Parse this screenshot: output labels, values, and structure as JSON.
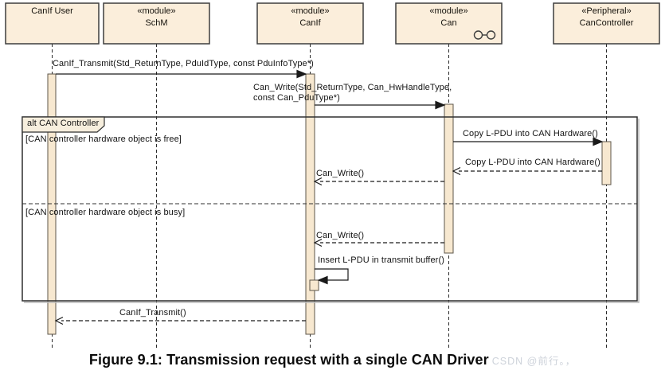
{
  "participants": [
    {
      "stereotype": "",
      "name": "CanIf User"
    },
    {
      "stereotype": "«module»",
      "name": "SchM"
    },
    {
      "stereotype": "«module»",
      "name": "CanIf"
    },
    {
      "stereotype": "«module»",
      "name": "Can",
      "icon": "interface-link-icon"
    },
    {
      "stereotype": "«Peripheral»",
      "name": "CanController"
    }
  ],
  "fragment": {
    "label": "alt CAN Controller",
    "guard_free": "[CAN controller hardware object is free]",
    "guard_busy": "[CAN controller hardware object is busy]"
  },
  "messages": {
    "transmit": "CanIf_Transmit(Std_ReturnType, PduIdType, const PduInfoType*)",
    "can_write_l1": "Can_Write(Std_ReturnType, Can_HwHandleType,",
    "can_write_l2": "const Can_PduType*)",
    "copy_call": "Copy L-PDU into CAN Hardware()",
    "copy_return": "Copy L-PDU into CAN Hardware()",
    "can_write_return_free": "Can_Write()",
    "can_write_return_busy": "Can_Write()",
    "insert_buffer": "Insert L-PDU in transmit buffer()",
    "transmit_return": "CanIf_Transmit()"
  },
  "caption": "Figure 9.1: Transmission request with a single CAN Driver",
  "watermark": "CSDN @前行。，",
  "colors": {
    "box_fill": "#fbeedb",
    "activation_fill": "#f7e8d0",
    "fragment_label_fill": "#f6eedd",
    "border": "#3d3d3d",
    "line": "#1f1f1f",
    "shadow": "#b8b8b8",
    "text": "#141414",
    "watermark": "#cdd2da"
  }
}
